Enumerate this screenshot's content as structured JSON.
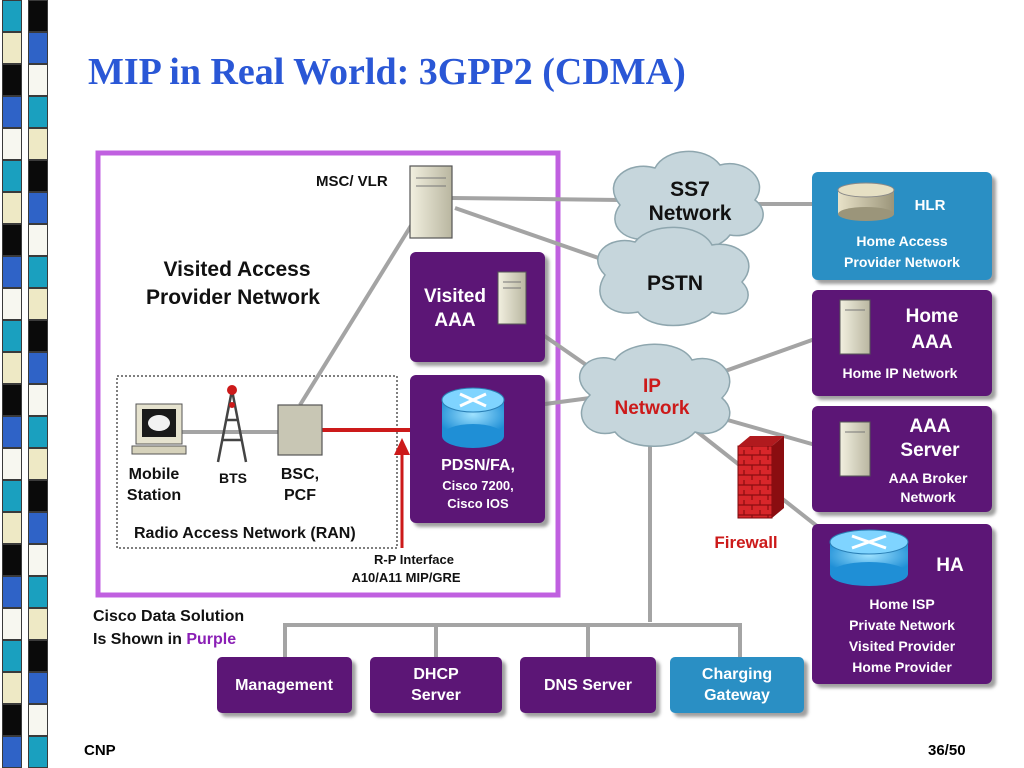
{
  "slide": {
    "title": "MIP in Real World: 3GPP2 (CDMA)",
    "footer_left": "CNP",
    "page_number": "36/50"
  },
  "colors": {
    "title": "#2a57d6",
    "purple_box": "#5b1276",
    "visited_border": "#c060e0",
    "blue_box": "#2a8fc4",
    "cloud": "#c6d6dc",
    "red_link": "#cc1a1a",
    "link_gray": "#a0a0a0",
    "stripe_dark": "#0a0a0a",
    "stripe_teal": "#1aa0bf",
    "stripe_beige": "#eee9c5",
    "stripe_blue": "#2f63c7",
    "stripe_white": "#f7f7f0"
  },
  "diagram": {
    "visited_network": {
      "line1": "Visited Access",
      "line2": "Provider Network"
    },
    "msc_vlr": "MSC/ VLR",
    "ss7": {
      "line1": "SS7",
      "line2": "Network"
    },
    "pstn": "PSTN",
    "ip_network": {
      "line1": "IP",
      "line2": "Network"
    },
    "visited_aaa": {
      "line1": "Visited",
      "line2": "AAA"
    },
    "pdsn": {
      "line1": "PDSN/FA,",
      "line2": "Cisco 7200,",
      "line3": "Cisco IOS"
    },
    "mobile_station": {
      "line1": "Mobile",
      "line2": "Station"
    },
    "bts": "BTS",
    "bsc": {
      "line1": "BSC,",
      "line2": "PCF"
    },
    "ran": "Radio Access Network (RAN)",
    "rp_interface": {
      "line1": "R-P Interface",
      "line2": "A10/A11 MIP/GRE"
    },
    "cisco_note": {
      "line1": "Cisco Data Solution",
      "line2_prefix": "Is Shown in ",
      "line2_highlight": "Purple"
    },
    "hlr": {
      "title": "HLR",
      "line1": "Home Access",
      "line2": "Provider Network"
    },
    "home_aaa": {
      "line1": "Home",
      "line2": "AAA",
      "line3": "Home IP Network"
    },
    "aaa_server": {
      "line1": "AAA",
      "line2": "Server",
      "line3": "AAA Broker",
      "line4": "Network"
    },
    "firewall": "Firewall",
    "ha": {
      "title": "HA",
      "line1": "Home ISP",
      "line2": "Private Network",
      "line3": "Visited Provider",
      "line4": "Home Provider"
    },
    "management": "Management",
    "dhcp": {
      "line1": "DHCP",
      "line2": "Server"
    },
    "dns": "DNS Server",
    "charging": {
      "line1": "Charging",
      "line2": "Gateway"
    }
  }
}
